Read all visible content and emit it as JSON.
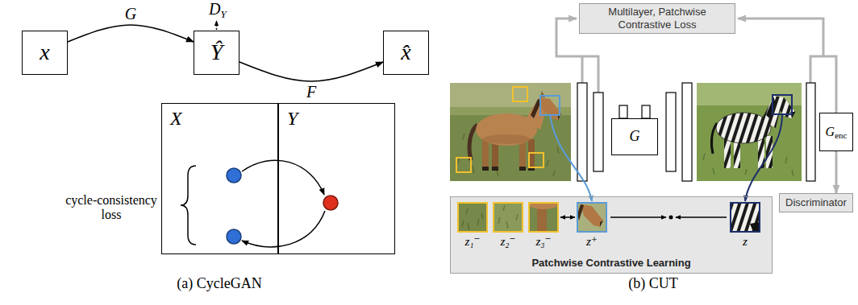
{
  "diagram": {
    "nodes": [
      {
        "text": [
          "x"
        ]
      },
      {
        "text": [
          "Ŷ"
        ]
      },
      {
        "text": [
          "x̂"
        ]
      },
      {
        "text": [
          "X"
        ]
      },
      {
        "text": [
          "Y"
        ]
      },
      {
        "text": [
          "Multilayer, Patchwise Contrastive Loss"
        ]
      },
      {
        "text": [
          "G"
        ]
      },
      {
        "text": [
          "G",
          "enc"
        ]
      },
      {
        "text": [
          "Discriminator"
        ]
      },
      {
        "text": [
          "Patchwise Contrastive Learning"
        ]
      }
    ],
    "edges": [
      {
        "from": 0,
        "to": 1,
        "label": "G",
        "arrow": "to"
      },
      {
        "from": 1,
        "to": 2,
        "label": "F",
        "arrow": "to"
      },
      {
        "from": 7,
        "to": 8,
        "arrow": "to"
      }
    ],
    "labels": [
      "D",
      "Y",
      "cycle-consistency loss",
      "(a) CycleGAN",
      "z₁⁻",
      "z₂⁻",
      "z₃⁻",
      "z⁺",
      "z",
      "(b) CUT"
    ]
  }
}
